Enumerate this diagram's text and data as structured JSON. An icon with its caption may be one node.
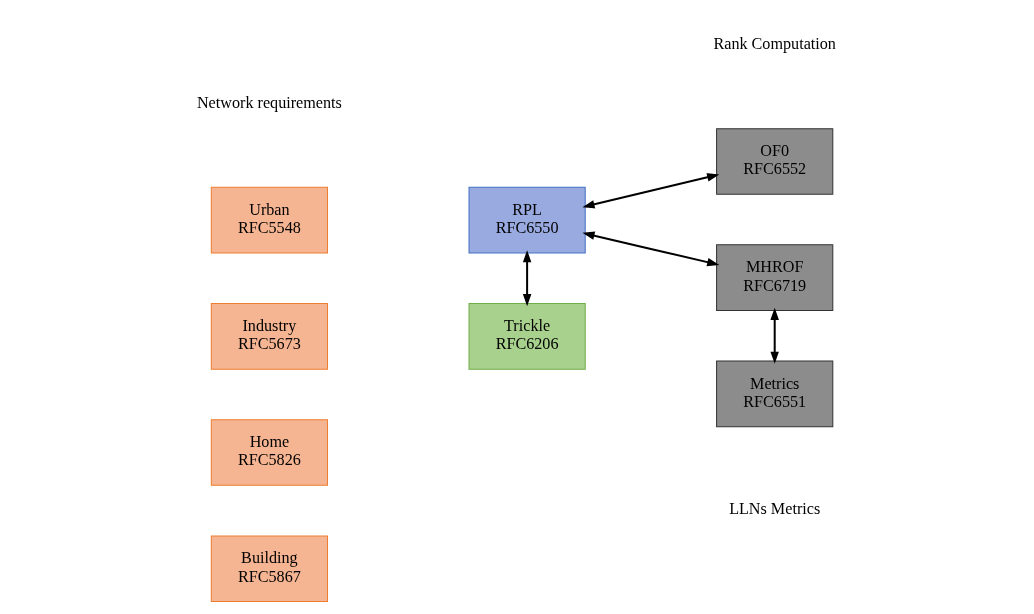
{
  "diagram": {
    "nodes": [
      {
        "text": [
          "Urban",
          "RFC5548"
        ]
      },
      {
        "text": [
          "Industry",
          "RFC5673"
        ]
      },
      {
        "text": [
          "Home",
          "RFC5826"
        ]
      },
      {
        "text": [
          "Building",
          "RFC5867"
        ]
      },
      {
        "text": [
          "RPL",
          "RFC6550"
        ]
      },
      {
        "text": [
          "Trickle",
          "RFC6206"
        ]
      },
      {
        "text": [
          "OF0",
          "RFC6552"
        ]
      },
      {
        "text": [
          "MHROF",
          "RFC6719"
        ]
      },
      {
        "text": [
          "Metrics",
          "RFC6551"
        ]
      }
    ],
    "edges": [
      {
        "from": 4,
        "to": 6,
        "arrow": "both"
      },
      {
        "from": 4,
        "to": 7,
        "arrow": "both"
      },
      {
        "from": 7,
        "to": 8,
        "arrow": "both"
      },
      {
        "from": 4,
        "to": 5,
        "arrow": "both"
      }
    ],
    "labels": [
      "Network requirements",
      "Rank Computation",
      "LLNs Metrics"
    ]
  }
}
